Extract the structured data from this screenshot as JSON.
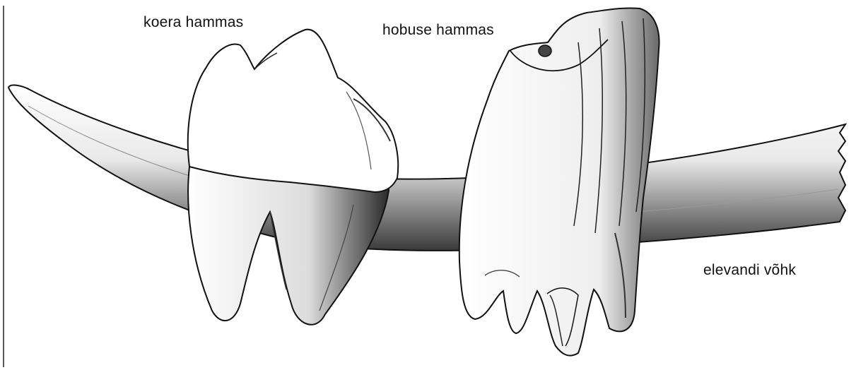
{
  "labels": {
    "dog_tooth": "koera hammas",
    "horse_tooth": "hobuse hammas",
    "elephant_tusk": "elevandi võhk"
  },
  "colors": {
    "ink": "#111111",
    "paper": "#ffffff",
    "shade": "#555555"
  }
}
